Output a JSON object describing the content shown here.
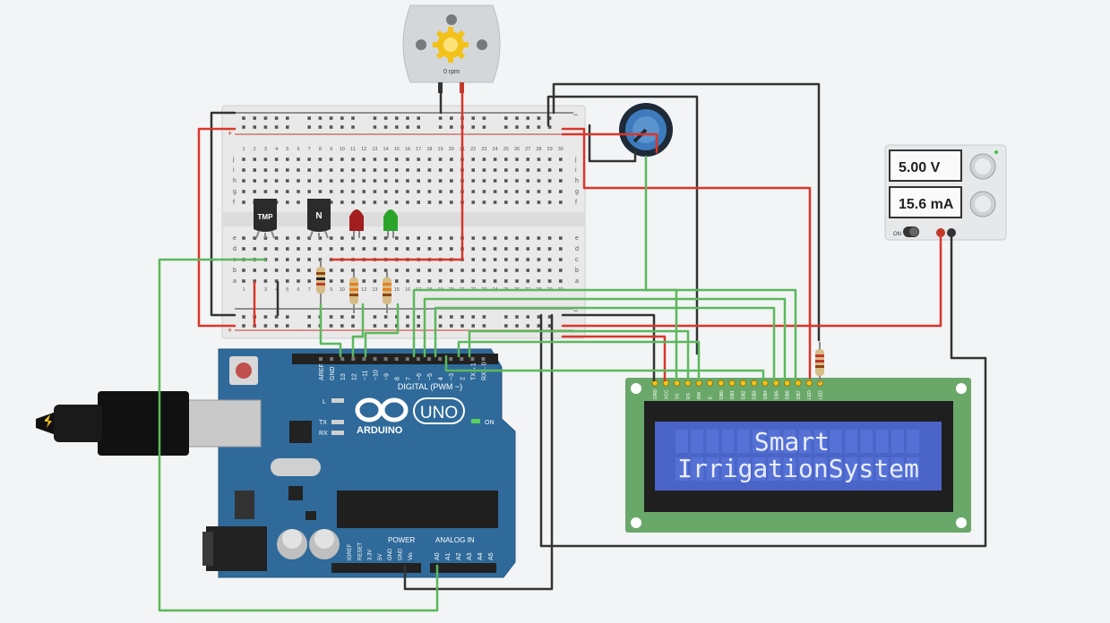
{
  "motor": {
    "speed_label": "0 rpm"
  },
  "breadboard": {
    "columns": [
      "1",
      "2",
      "3",
      "4",
      "5",
      "6",
      "7",
      "8",
      "9",
      "10",
      "11",
      "12",
      "13",
      "14",
      "15",
      "16",
      "17",
      "18",
      "19",
      "20",
      "21",
      "22",
      "23",
      "24",
      "25",
      "26",
      "27",
      "28",
      "29",
      "30"
    ],
    "rows_top": [
      "j",
      "i",
      "h",
      "g",
      "f"
    ],
    "rows_bottom": [
      "e",
      "d",
      "c",
      "b",
      "a"
    ],
    "rail_plus": "+",
    "rail_minus": "−"
  },
  "components": {
    "temp_sensor_label": "TMP",
    "transistor_label": "N"
  },
  "power_supply": {
    "voltage": "5.00 V",
    "current": "15.6 mA",
    "on_label": "ON"
  },
  "arduino": {
    "digital_label": "DIGITAL (PWM ~)",
    "uno_label": "UNO",
    "brand": "ARDUINO",
    "on_label": "ON",
    "power_label": "POWER",
    "analog_label": "ANALOG IN",
    "led_l": "L",
    "led_tx": "TX",
    "led_rx": "RX",
    "digital_pins": [
      "AREF",
      "GND",
      "13",
      "12",
      "~11",
      "~10",
      "~9",
      "8",
      "7",
      "~6",
      "~5",
      "4",
      "~3",
      "2",
      "TX→1",
      "RX←0"
    ],
    "power_pins": [
      "IOREF",
      "RESET",
      "3.3V",
      "5V",
      "GND",
      "GND",
      "Vin"
    ],
    "analog_pins": [
      "A0",
      "A1",
      "A2",
      "A3",
      "A4",
      "A5"
    ]
  },
  "lcd": {
    "line1": "Smart",
    "line2": "IrrigationSystem",
    "pins": [
      "GND",
      "VCC",
      "V0",
      "RS",
      "RW",
      "E",
      "DB0",
      "DB1",
      "DB2",
      "DB3",
      "DB4",
      "DB5",
      "DB6",
      "DB7",
      "LED",
      "LED"
    ]
  },
  "colors": {
    "wire_green": "#5cb85c",
    "wire_red": "#d9362b",
    "wire_black": "#333333",
    "arduino_blue": "#2f6a9a",
    "lcd_board": "#6aa86a",
    "lcd_screen": "#4a64c8"
  }
}
